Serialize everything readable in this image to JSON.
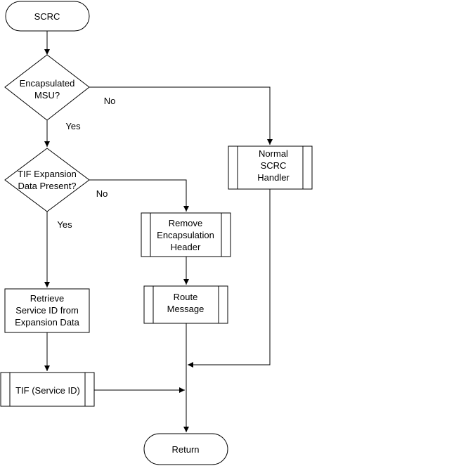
{
  "flowchart": {
    "start": "SCRC",
    "decision_encapsulated": [
      "Encapsulated",
      "MSU?"
    ],
    "decision_tif": [
      "TIF Expansion",
      "Data Present?"
    ],
    "process_retrieve": [
      "Retrieve",
      "Service ID from",
      "Expansion Data"
    ],
    "process_remove": [
      "Remove",
      "Encapsulation",
      "Header"
    ],
    "process_route": [
      "Route",
      "Message"
    ],
    "process_normal": [
      "Normal",
      "SCRC",
      "Handler"
    ],
    "process_tif": "TIF (Service ID)",
    "end": "Return",
    "labels": {
      "enc_no": "No",
      "enc_yes": "Yes",
      "tif_no": "No",
      "tif_yes": "Yes"
    }
  }
}
